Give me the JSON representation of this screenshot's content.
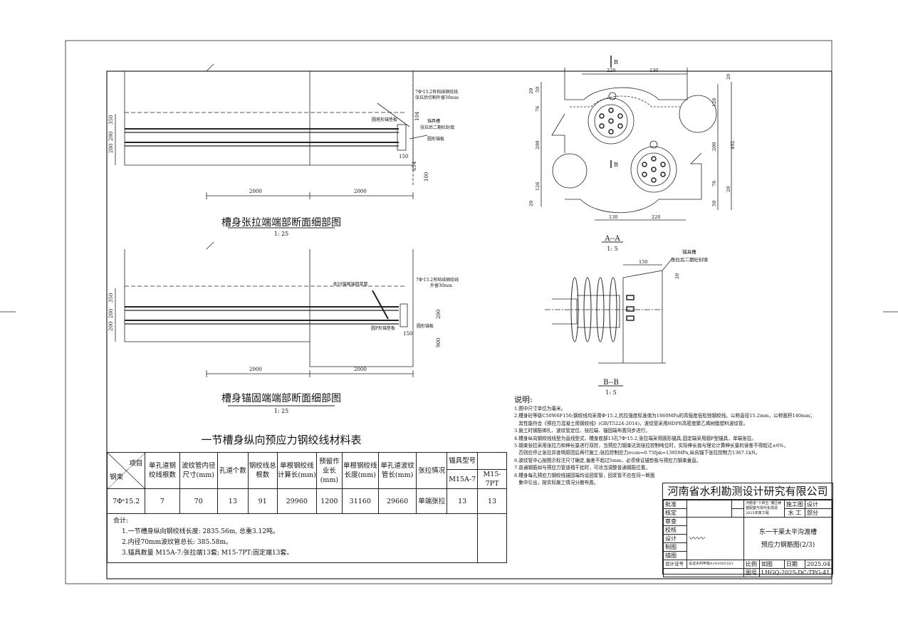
{
  "drawing1": {
    "title": "槽身张拉端端部断面细部图",
    "scale": "1: 25",
    "dims": [
      "2000",
      "2000",
      "350",
      "200",
      "200",
      "150",
      "104",
      "654",
      "100"
    ],
    "labels": {
      "strand": "7Φˢ15.2有粘结钢绞线",
      "strand2": "张拉后切割外留30mm",
      "plate": "圆塔形锚垫板",
      "pocket": "锚具槽",
      "seal": "张拉后二期砼封填",
      "anchor": "圆形锚板"
    }
  },
  "drawing2": {
    "title": "槽身锚固端端部断面细部图",
    "scale": "1: 25",
    "dims": [
      "2000",
      "2000",
      "350",
      "200",
      "200",
      "150",
      "200",
      "900"
    ],
    "labels": {
      "grout": "Φ20锚固端回浆管",
      "strand": "7Φˢ15.2有粘结钢绞线",
      "strand2": "外留30mm",
      "plate": "圆P形锚垫板",
      "anchor": "圆形锚板"
    }
  },
  "section_aa": {
    "title": "A--A",
    "scale": "1: 5",
    "marker": "B",
    "dims_top": [
      "220",
      "130"
    ],
    "dims_bottom": [
      "130",
      "220"
    ],
    "dims_left": [
      "20",
      "50",
      "76",
      "200",
      "126",
      "20"
    ],
    "dims_right": [
      "20",
      "126",
      "200",
      "76",
      "20",
      "50",
      "492"
    ]
  },
  "section_bb": {
    "title": "B--B",
    "scale": "1: 5",
    "dim": "150",
    "dim2": "20",
    "label1": "锚具槽",
    "label2": "张拉后二期砼封填"
  },
  "table": {
    "title": "一节槽身纵向预应力钢绞线材料表",
    "corner_top": "项目",
    "corner_bottom": "钢束",
    "headers": [
      "单孔道钢绞线根数",
      "波纹管内径尺寸(mm)",
      "孔道个数",
      "钢绞线总根数",
      "单根钢绞线计算长(mm)",
      "预留作业长(mm)",
      "单根钢绞线长度(mm)",
      "单孔道波纹管长(mm)",
      "张拉情况",
      "锚具型号"
    ],
    "anchor_types": [
      "M15A-7",
      "M15-7PT"
    ],
    "row": [
      "7Φˢ15.2",
      "7",
      "70",
      "13",
      "91",
      "29960",
      "1200",
      "31160",
      "29660",
      "单端张拉",
      "13",
      "13"
    ],
    "total_label": "合计:",
    "totals": [
      "1.一节槽身纵向钢绞线长度: 2835.56m, 总重3.12吨。",
      "2.内径70mm波纹管总长: 385.58m。",
      "3.锚具数量  M15A-7:张拉端13套; M15-7PT:固定端13套。"
    ]
  },
  "notes": {
    "heading": "说明:",
    "items": [
      "1.图中尺寸单位为毫米。",
      "2.槽身砼等级C50W6F150;钢绞线均采用Φˢ15.2,抗拉强度标准值为1860MPa的高强度低松弛钢绞线。公称直径15.2mm，公称面积140mm；",
      "   其性能符合《预应力混凝土用钢绞线》(GB/T5224-2014)，波纹管采用HDPE高密度聚乙烯树脂塑料波纹管。",
      "3.施工时钢筋绑扎、波纹管定位、张拉端、锚固端布置同步进行。",
      "4.槽身纵向钢绞线线型为直线型式，槽身底部13孔7Φˢ15.2,张拉端采用圆形锚具,固定端采用圆P型锚具，单端张拉。",
      "5.钢束张拉采用张拉力和伸长量进行双控，当预应力钢束达到张拉控制吨位时，实际伸长值与理论计算伸长量的误差不得超过±6%，",
      "   否则应停止张拉并查明原因后再行施工;张拉控制应力σcon=0.75fpk=1395MPa,纵向锚下张拉控制力1367.1kN。",
      "6.波纹管中心按图示标注尺寸确定,偏差不超过5mm，必须保证锚垫板与预应力钢束垂直。",
      "7.普通钢筋如与预应力管道相干扰时，可适当调整普通钢筋位置。",
      "8.槽身每孔预应力钢绞线锚固端均设回浆管，回浆管不应在同一断面",
      "   集中引出，按实际施工情况分散布置。"
    ]
  },
  "title_block": {
    "company": "河南省水利勘测设计研究有限公司",
    "roles": [
      "批准",
      "核定",
      "审查",
      "校核",
      "设计",
      "制图",
      "描图"
    ],
    "project": "河南省“十四五”灌区续建配套与现代化改造2025年度工程",
    "stage": "施工图",
    "stage2": "设计",
    "discipline": "水  工",
    "part": "部分",
    "drawing_title1": "东一干渠太平沟渡槽",
    "drawing_title2": "预应力钢筋图(2/3)",
    "scale_label": "比例",
    "scale_value": "如图",
    "date_label": "日期",
    "date_value": "2025.04",
    "cert_label": "设计证号",
    "cert_value": "设证水利甲级A141005163",
    "no_label": "图号",
    "no_value": "LHGQ-2025-DC-TPG-41"
  }
}
